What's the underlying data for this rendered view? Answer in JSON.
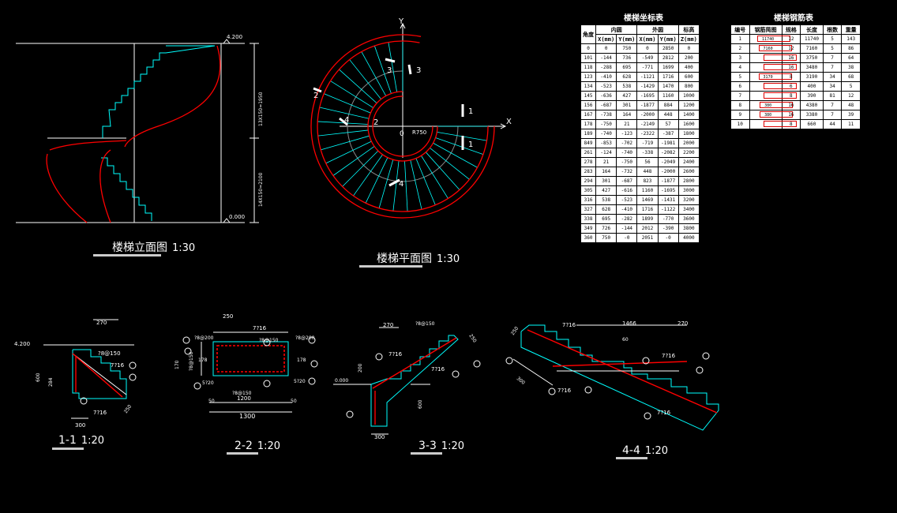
{
  "elevation": {
    "title": "楼梯立面图",
    "scale": "1:30",
    "top_level": "4.200",
    "bottom_level": "0.000",
    "dim_upper": "13X150=1950",
    "dim_lower": "14X150=2100"
  },
  "plan": {
    "title": "楼梯平面图",
    "scale": "1:30",
    "axis_x": "X",
    "axis_y": "Y",
    "origin": "0",
    "radius_label": "R750",
    "section_marks": [
      "1",
      "1",
      "2",
      "2",
      "3",
      "3",
      "4",
      "4"
    ]
  },
  "coord_table": {
    "title": "楼梯坐标表",
    "headers": [
      "角度",
      "内圆",
      "外圆",
      "标高"
    ],
    "subheaders": [
      "",
      "X(mm)",
      "Y(mm)",
      "X(mm)",
      "Y(mm)",
      "Z(mm)"
    ],
    "rows": [
      [
        "0",
        "0",
        "750",
        "0",
        "2850",
        "0"
      ],
      [
        "101",
        "-144",
        "736",
        "-549",
        "2812",
        "200"
      ],
      [
        "118",
        "-288",
        "695",
        "-771",
        "1699",
        "400"
      ],
      [
        "123",
        "-410",
        "628",
        "-1121",
        "1716",
        "600"
      ],
      [
        "134",
        "-523",
        "538",
        "-1429",
        "1470",
        "800"
      ],
      [
        "145",
        "-636",
        "427",
        "-1695",
        "1160",
        "1000"
      ],
      [
        "156",
        "-687",
        "301",
        "-1877",
        "884",
        "1200"
      ],
      [
        "167",
        "-738",
        "164",
        "-2000",
        "448",
        "1400"
      ],
      [
        "178",
        "-750",
        "21",
        "-2149",
        "57",
        "1600"
      ],
      [
        "189",
        "-740",
        "-123",
        "-2322",
        "-387",
        "1800"
      ],
      [
        "849",
        "-853",
        "-702",
        "-719",
        "-1981",
        "2000"
      ],
      [
        "261",
        "-124",
        "-740",
        "-338",
        "-2082",
        "2200"
      ],
      [
        "278",
        "21",
        "-750",
        "56",
        "-2049",
        "2400"
      ],
      [
        "283",
        "164",
        "-732",
        "448",
        "-2000",
        "2600"
      ],
      [
        "294",
        "301",
        "-687",
        "823",
        "-1877",
        "2800"
      ],
      [
        "305",
        "427",
        "-616",
        "1160",
        "-1695",
        "3000"
      ],
      [
        "316",
        "538",
        "-523",
        "1469",
        "-1431",
        "3200"
      ],
      [
        "327",
        "628",
        "-410",
        "1716",
        "-1122",
        "3400"
      ],
      [
        "338",
        "695",
        "-282",
        "1899",
        "-770",
        "3600"
      ],
      [
        "349",
        "726",
        "-144",
        "2012",
        "-390",
        "3800"
      ],
      [
        "360",
        "750",
        "-0",
        "2051",
        "-0",
        "4000"
      ]
    ]
  },
  "rebar_table": {
    "title": "楼梯钢筋表",
    "headers": [
      "编号",
      "钢筋简图",
      "规格",
      "长度",
      "根数",
      "重量"
    ],
    "rows": [
      [
        "1",
        "11740",
        "12",
        "11740",
        "5",
        "143"
      ],
      [
        "2",
        "7160",
        "12",
        "7160",
        "5",
        "86"
      ],
      [
        "3",
        "",
        "16",
        "3750",
        "7",
        "64"
      ],
      [
        "4",
        "",
        "16",
        "3480",
        "7",
        "38"
      ],
      [
        "5",
        "3170",
        "8",
        "3190",
        "34",
        "68"
      ],
      [
        "6",
        "",
        "6",
        "400",
        "34",
        "5"
      ],
      [
        "7",
        "",
        "8",
        "390",
        "81",
        "12"
      ],
      [
        "8",
        "380",
        "16",
        "4380",
        "7",
        "48"
      ],
      [
        "9",
        "380",
        "16",
        "3380",
        "7",
        "39"
      ],
      [
        "10",
        "",
        "8",
        "660",
        "44",
        "11"
      ]
    ]
  },
  "sections": [
    {
      "id": "1-1",
      "scale": "1:20",
      "labels": [
        "270",
        "4.200",
        "?8@150",
        "7?16",
        "600",
        "284",
        "300",
        "7?16",
        "250"
      ]
    },
    {
      "id": "2-2",
      "scale": "1:20",
      "labels": [
        "250",
        "7?16",
        "?8@200",
        "?8@150",
        "?8@200",
        "?8@150",
        "5?20",
        "5?20",
        "1200",
        "1300",
        "?8@150",
        "50",
        "50",
        "178",
        "178",
        "170"
      ]
    },
    {
      "id": "3-3",
      "scale": "1:20",
      "labels": [
        "270",
        "?8@150",
        "250",
        "7?16",
        "200",
        "0.000",
        "600",
        "300",
        "7?16"
      ]
    },
    {
      "id": "4-4",
      "scale": "1:20",
      "labels": [
        "7?16",
        "1466",
        "270",
        "250",
        "60",
        "7?16",
        "300",
        "7?16",
        "7?16"
      ]
    }
  ],
  "colors": {
    "background": "#000000",
    "line": "#ffffff",
    "step": "#00ffff",
    "rebar": "#ff0000"
  }
}
